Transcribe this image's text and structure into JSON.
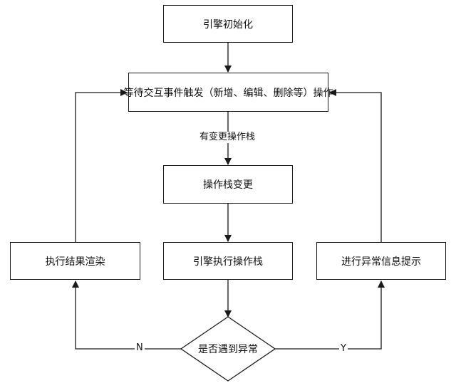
{
  "nodes": {
    "engine_init": "引擎初始化",
    "wait_event": "等待交互事件触发（新增、编辑、删除等）操作",
    "stack_change": "操作栈变更",
    "engine_execute": "引擎执行操作栈",
    "render_result": "执行结果渲染",
    "error_prompt": "进行异常信息提示",
    "decision": "是否遇到异常"
  },
  "edges": {
    "has_stack_change": "有变更操作栈",
    "no": "N",
    "yes": "Y"
  },
  "colors": {
    "stroke": "#1a1a1a",
    "background": "#ffffff",
    "text": "#111111"
  }
}
